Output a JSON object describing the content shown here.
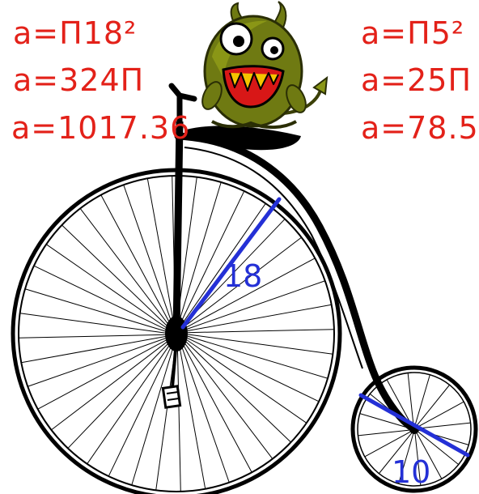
{
  "large_wheel": {
    "equations": [
      "a=Π18²",
      "a=324Π",
      "a=1017.36"
    ],
    "radius_label": "18"
  },
  "small_wheel": {
    "equations": [
      "a=Π5²",
      "a=25Π",
      "a=78.5"
    ],
    "diameter_label": "10"
  },
  "colors": {
    "equation_text": "#e32119",
    "measurement": "#2430d6",
    "bicycle": "#000000",
    "monster_body": "#6f7a12",
    "monster_mouth": "#d81717",
    "monster_teeth": "#f5c400"
  }
}
